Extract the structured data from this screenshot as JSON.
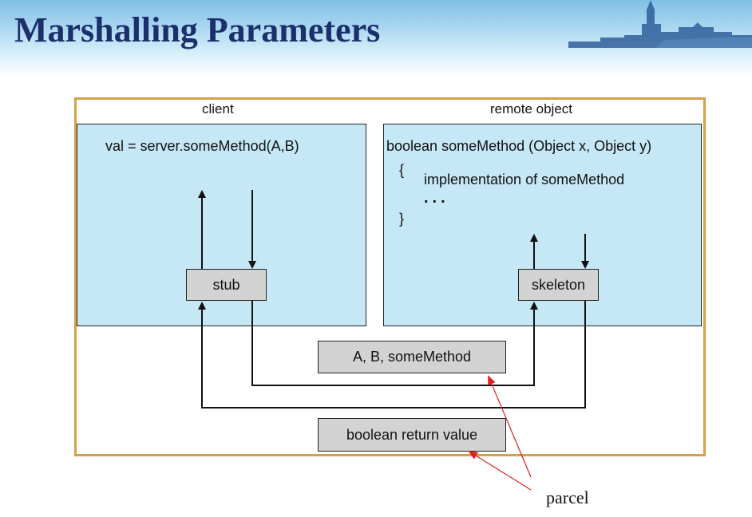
{
  "slide": {
    "title": "Marshalling Parameters"
  },
  "diagram": {
    "client": {
      "heading": "client",
      "code": "val = server.someMethod(A,B)",
      "stub_label": "stub"
    },
    "remote": {
      "heading": "remote object",
      "signature": "boolean someMethod (Object x, Object y)",
      "open_brace": "{",
      "body": "implementation of someMethod",
      "ellipsis": "...",
      "close_brace": "}",
      "skeleton_label": "skeleton"
    },
    "request_parcel_label": "A, B, someMethod",
    "return_parcel_label": "boolean return value",
    "parcel_annotation": "parcel"
  },
  "colors": {
    "title": "#1b2f6b",
    "header_sky": "#7fc0e6",
    "frame_border": "#d4a04a",
    "panel_fill": "#c6e7f6",
    "box_fill": "#d3d3d3",
    "annotation_line": "#e02020"
  }
}
